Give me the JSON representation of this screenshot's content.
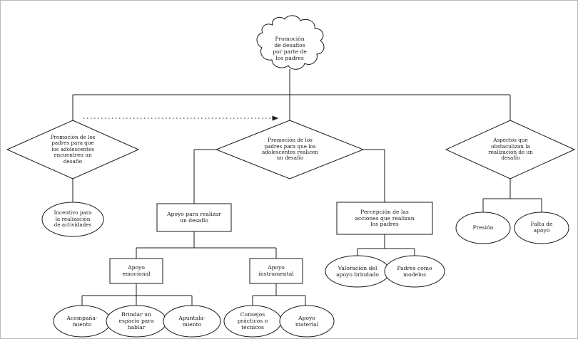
{
  "diagram": {
    "title_node": {
      "id": "promocion-desafios",
      "shape": "cloud",
      "text": "Promoción\nde desafíos\npor parte de\nlos padres"
    },
    "level1": [
      {
        "id": "diamond-encuentren",
        "shape": "diamond",
        "text": "Promoción de los\npadres para que\nlos adolescentes\nencuentren un\ndesafío"
      },
      {
        "id": "diamond-realicen",
        "shape": "diamond",
        "text": "Promoción de los\npadres para que los\nadolescentes realicen\nun desafío"
      },
      {
        "id": "diamond-obstaculizan",
        "shape": "diamond",
        "text": "Aspectos que\nobstaculizan la\nrealización de un\ndesafío"
      }
    ],
    "level2": [
      {
        "id": "ellipse-incentivo",
        "shape": "ellipse",
        "text": "Incentivo para\nla realización\nde actividades"
      },
      {
        "id": "rect-apoyo-realizar",
        "shape": "rectangle",
        "text": "Apoyo para realizar\nun desafío"
      },
      {
        "id": "rect-percepcion",
        "shape": "rectangle",
        "text": "Percepción de las\nacciones que realizan\nlos padres"
      },
      {
        "id": "ellipse-presion",
        "shape": "ellipse",
        "text": "Presión"
      },
      {
        "id": "ellipse-falta-apoyo",
        "shape": "ellipse",
        "text": "Falta de\napoyo"
      }
    ],
    "level3": [
      {
        "id": "rect-apoyo-emocional",
        "shape": "rectangle",
        "text": "Apoyo\nemocional"
      },
      {
        "id": "rect-apoyo-instrumental",
        "shape": "rectangle",
        "text": "Apoyo\ninstrumental"
      },
      {
        "id": "ellipse-valoracion",
        "shape": "ellipse",
        "text": "Valoración del\napoyo brindado"
      },
      {
        "id": "ellipse-padres-modelos",
        "shape": "ellipse",
        "text": "Padres como\nmodelos"
      }
    ],
    "level4": [
      {
        "id": "ellipse-acompanamiento",
        "shape": "ellipse",
        "text": "Acompaña-\nmiento"
      },
      {
        "id": "ellipse-brindar-espacio",
        "shape": "ellipse",
        "text": "Brindar un\nespacio para\nhablar"
      },
      {
        "id": "ellipse-apuntalamiento",
        "shape": "ellipse",
        "text": "Apuntala-\nmiento"
      },
      {
        "id": "ellipse-consejos",
        "shape": "ellipse",
        "text": "Consejos\nprácticos o\ntécnicos"
      },
      {
        "id": "ellipse-apoyo-material",
        "shape": "ellipse",
        "text": "Apoyo\nmaterial"
      }
    ],
    "colors": {
      "stroke": "#1a1a1a",
      "fill": "#ffffff",
      "frame": "#b9b9b9",
      "text": "#1a1a1a"
    }
  }
}
